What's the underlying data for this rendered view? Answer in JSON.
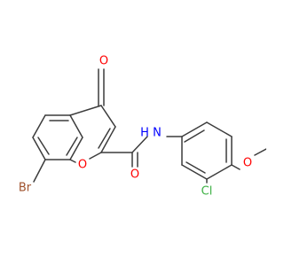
{
  "molecule": {
    "atoms": {
      "bromine": {
        "symbol": "Br",
        "color": "#a0522d"
      },
      "carbonyl_oxygen_ring": {
        "symbol": "O",
        "color": "#ff0000"
      },
      "ring_oxygen": {
        "symbol": "O",
        "color": "#ff0000"
      },
      "amide_oxygen": {
        "symbol": "O",
        "color": "#ff0000"
      },
      "amide_nitrogen": {
        "symbol": "N",
        "color": "#0000ff"
      },
      "amide_hydrogen": {
        "symbol": "H",
        "color": "#0000ff"
      },
      "chlorine": {
        "symbol": "Cl",
        "color": "#3cb043"
      },
      "methoxy_oxygen": {
        "symbol": "O",
        "color": "#ff0000"
      }
    },
    "bond_color": "#3c3c3c"
  }
}
